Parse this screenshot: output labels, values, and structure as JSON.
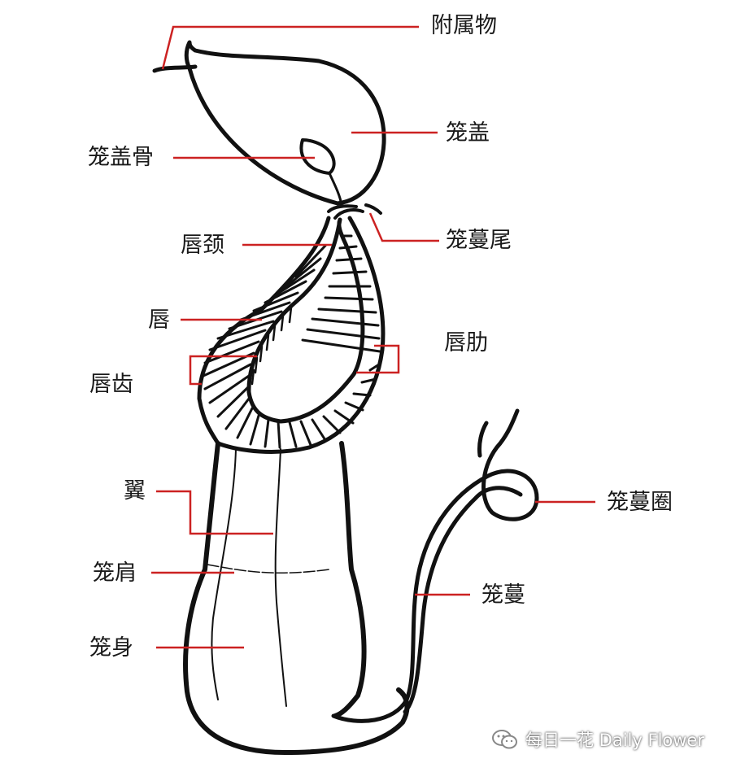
{
  "diagram": {
    "labels": {
      "appendage": "附属物",
      "lid": "笼盖",
      "lid_rib": "笼盖骨",
      "spur": "笼蔓尾",
      "lip_neck": "唇颈",
      "lip": "唇",
      "lip_ribs": "唇肋",
      "lip_teeth": "唇齿",
      "wings": "翼",
      "tendril_coil": "笼蔓圈",
      "shoulder": "笼肩",
      "tendril": "笼蔓",
      "body": "笼身"
    },
    "leader_color": "#cc2222",
    "outline_color": "#111111"
  },
  "watermark": {
    "text": "每日一花 Daily Flower",
    "icon": "wechat-icon"
  }
}
